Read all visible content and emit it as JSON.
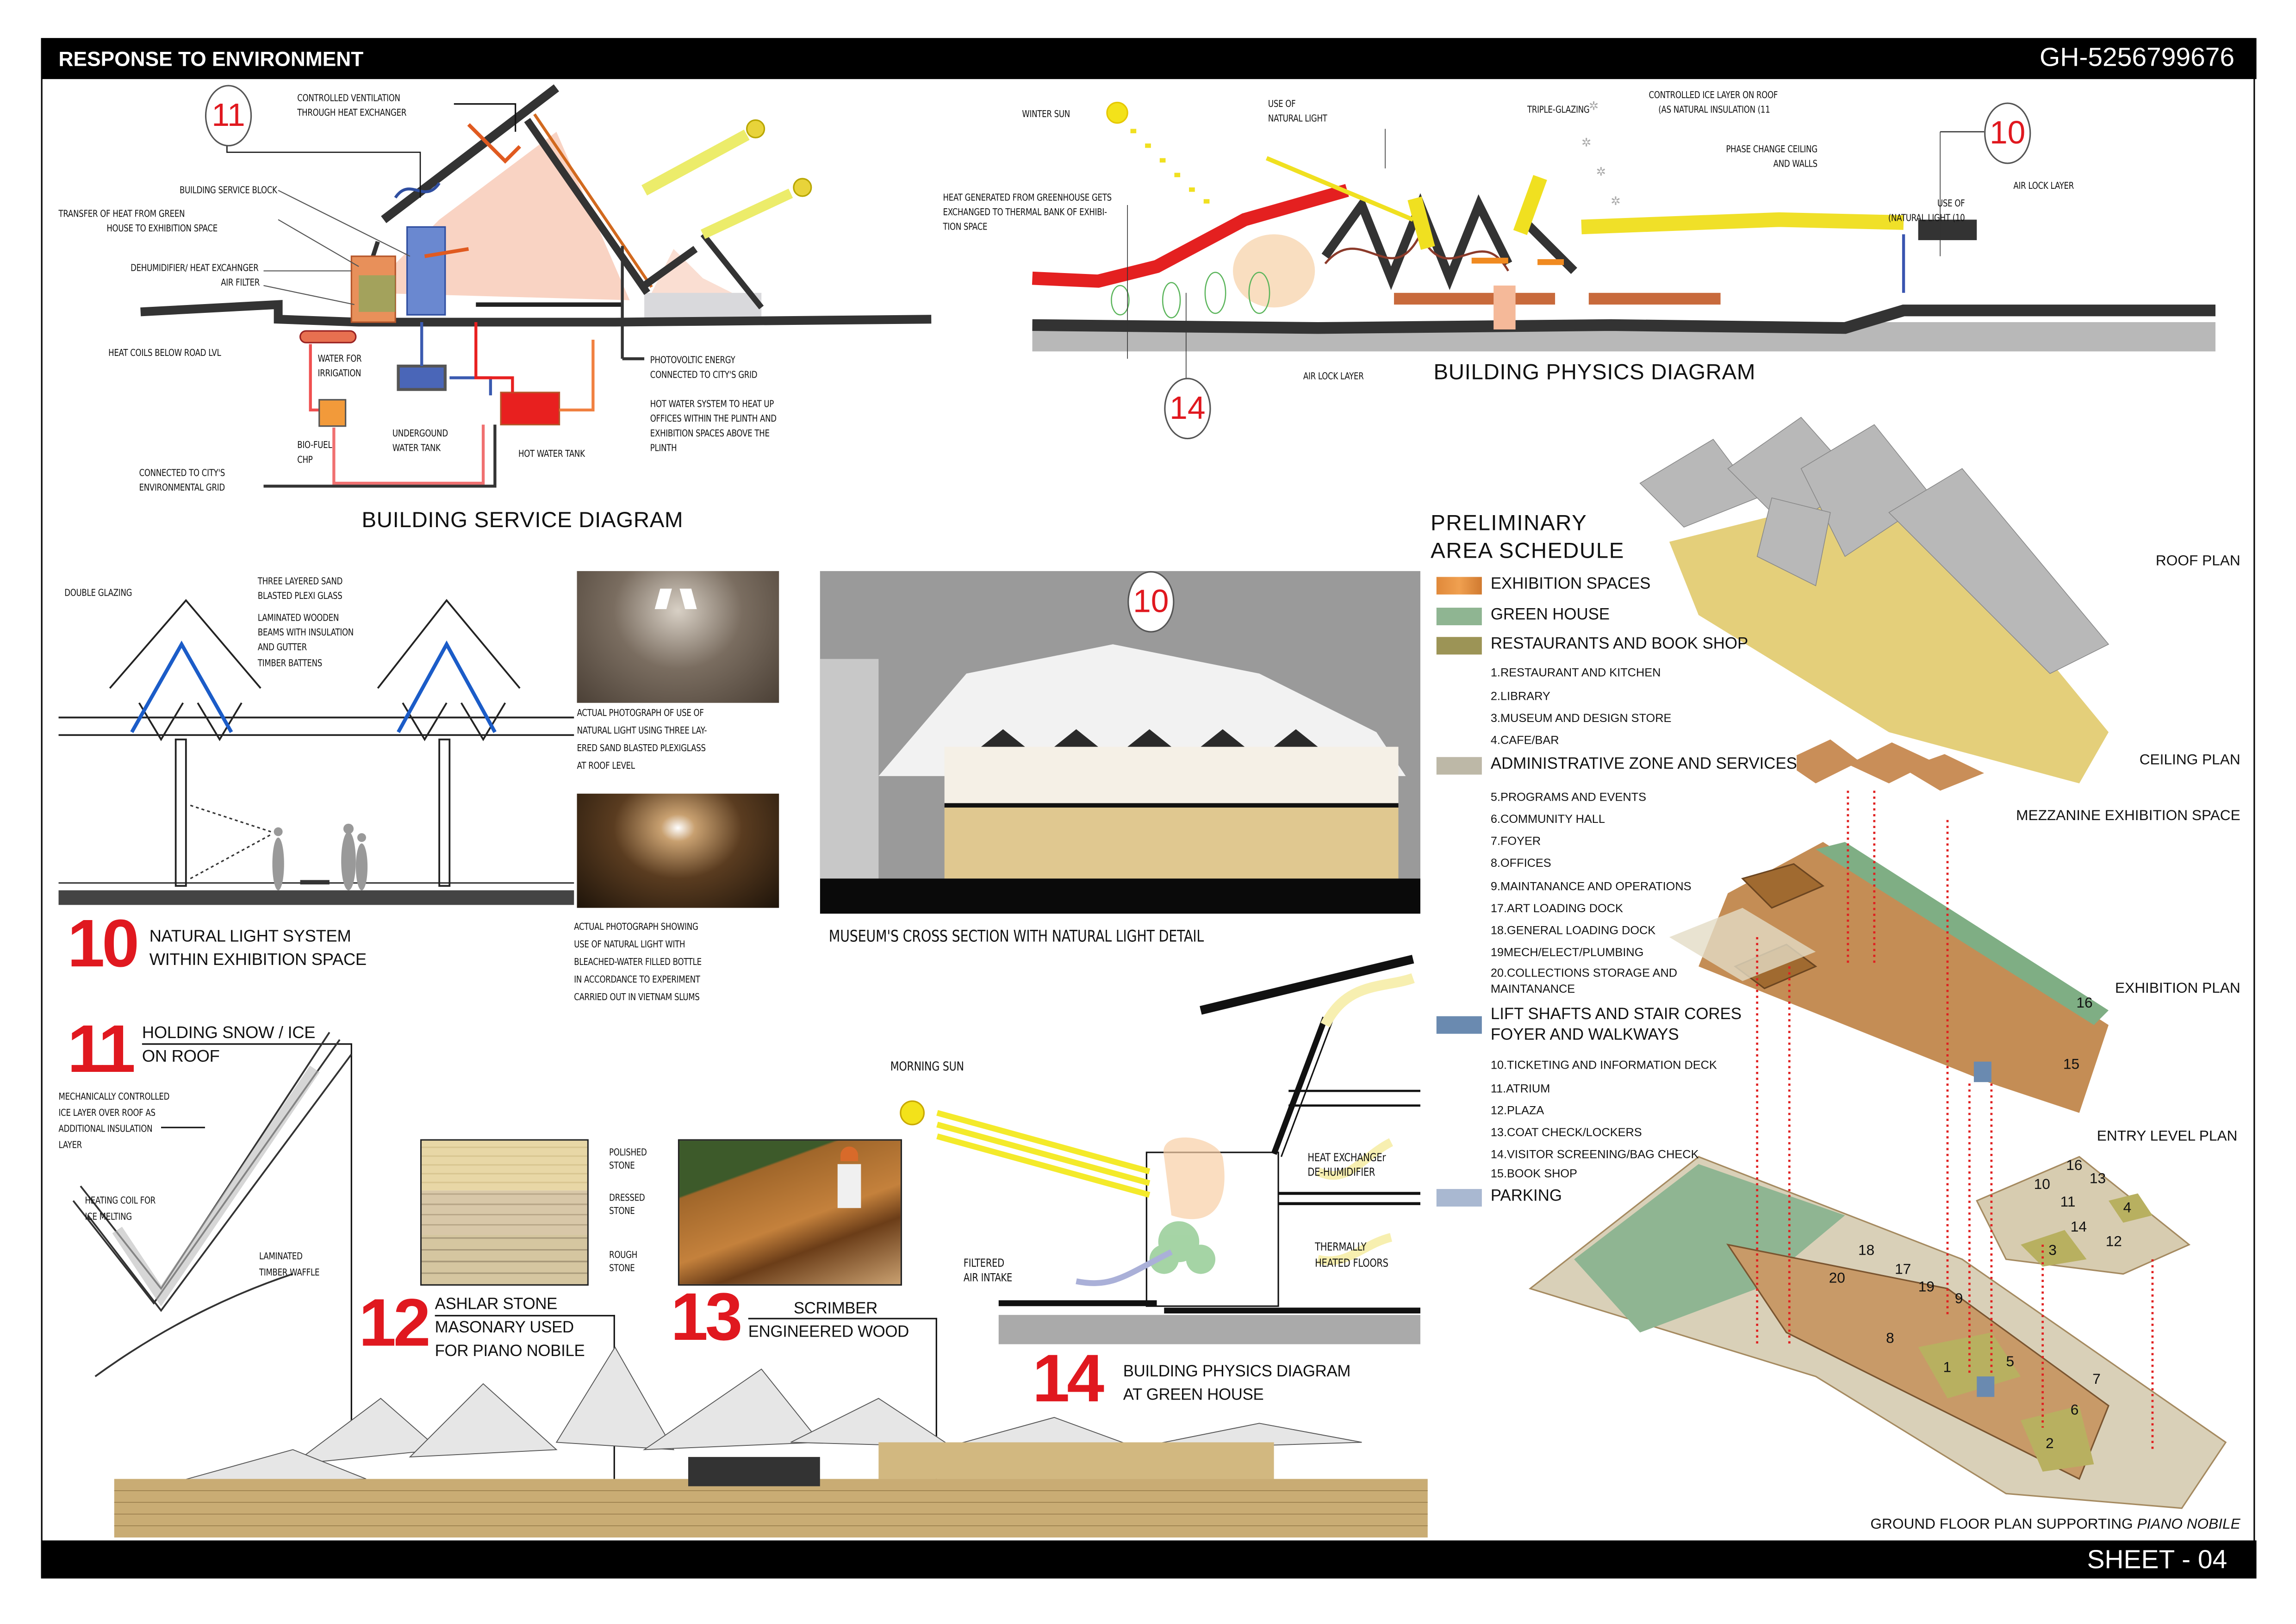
{
  "header": {
    "title": "RESPONSE TO ENVIRONMENT",
    "code": "GH-5256799676"
  },
  "footer": {
    "sheet": "SHEET - 04"
  },
  "service": {
    "badge": "11",
    "title": "BUILDING SERVICE DIAGRAM",
    "ventilation": [
      "CONTROLLED VENTILATION",
      "THROUGH HEAT EXCHANGER"
    ],
    "service_block": "BUILDING SERVICE BLOCK",
    "heat_transfer": [
      "TRANSFER OF HEAT FROM GREEN",
      "HOUSE TO EXHIBITION SPACE"
    ],
    "dehumidifier": "DEHUMIDIFIER/ HEAT EXCAHNGER",
    "air_filter": "AIR FILTER",
    "heat_coils": "HEAT COILS BELOW ROAD LVL",
    "irrigation": [
      "WATER FOR",
      "IRRIGATION"
    ],
    "photovoltic": [
      "PHOTOVOLTIC ENERGY",
      "CONNECTED TO CITY'S GRID"
    ],
    "hot_water_system": [
      "HOT WATER SYSTEM TO HEAT UP",
      "OFFICES WITHIN THE PLINTH AND",
      "EXHIBITION SPACES ABOVE THE",
      "PLINTH"
    ],
    "water_tank": [
      "UNDERGOUND",
      "WATER TANK"
    ],
    "biofuel": [
      "BIO-FUEL",
      "CHP"
    ],
    "hot_water_tank": "HOT WATER TANK",
    "city_grid": [
      "CONNECTED TO CITY'S",
      "ENVIRONMENTAL GRID"
    ]
  },
  "physics": {
    "title": "BUILDING PHYSICS DIAGRAM",
    "badge_a": "10",
    "badge_b": "14",
    "winter_sun": "WINTER SUN",
    "natural_light": [
      "USE OF",
      "NATURAL LIGHT"
    ],
    "triple_glazing": "TRIPLE-GLAZING",
    "ice_layer": [
      "CONTROLLED ICE LAYER ON ROOF",
      "(AS NATURAL INSULATION (11"
    ],
    "phase_change": [
      "PHASE CHANGE CEILING",
      "AND WALLS"
    ],
    "air_lock_top": "AIR LOCK LAYER",
    "natural_light_ref": [
      "USE OF",
      "(NATURAL LIGHT (10"
    ],
    "greenhouse_heat": [
      "HEAT GENERATED FROM GREENHOUSE GETS",
      "EXCHANGED TO THERMAL BANK OF EXHIBI-",
      "TION SPACE"
    ],
    "air_lock_bottom": "AIR LOCK LAYER"
  },
  "natural_light": {
    "number": "10",
    "title": [
      "NATURAL LIGHT SYSTEM",
      "WITHIN EXHIBITION SPACE"
    ],
    "double_glazing": "DOUBLE GLAZING",
    "plexi": [
      "THREE LAYERED SAND",
      "BLASTED PLEXI GLASS"
    ],
    "beams": [
      "LAMINATED WOODEN",
      "BEAMS WITH INSULATION",
      "AND GUTTER"
    ],
    "battens": "TIMBER BATTENS",
    "photo1_caption": [
      "ACTUAL PHOTOGRAPH OF USE OF",
      "NATURAL LIGHT USING THREE LAY-",
      "ERED SAND BLASTED PLEXIGLASS",
      "AT ROOF LEVEL"
    ],
    "photo2_caption": [
      "ACTUAL PHOTOGRAPH SHOWING",
      "USE OF NATURAL LIGHT WITH",
      "BLEACHED-WATER FILLED BOTTLE",
      "IN ACCORDANCE TO EXPERIMENT",
      "CARRIED OUT IN VIETNAM SLUMS"
    ]
  },
  "museum_section": {
    "badge": "10",
    "caption": "MUSEUM'S CROSS SECTION WITH NATURAL LIGHT DETAIL"
  },
  "ice_roof": {
    "number": "11",
    "title": [
      "HOLDING SNOW / ICE",
      "ON ROOF"
    ],
    "ice_layer": [
      "MECHANICALLY CONTROLLED",
      "ICE LAYER OVER ROOF AS",
      "ADDITIONAL INSULATION",
      "LAYER"
    ],
    "heating_coil": [
      "HEATING COIL FOR",
      "ICE MELTING"
    ],
    "waffle": [
      "LAMINATED",
      "TIMBER WAFFLE"
    ]
  },
  "ashlar": {
    "number": "12",
    "title": [
      "ASHLAR STONE",
      "MASONARY USED",
      "FOR PIANO NOBILE"
    ],
    "polished": [
      "POLISHED",
      "STONE"
    ],
    "dressed": [
      "DRESSED",
      "STONE"
    ],
    "rough": [
      "ROUGH",
      "STONE"
    ]
  },
  "scrimber": {
    "number": "13",
    "title": [
      "SCRIMBER",
      "ENGINEERED WOOD"
    ]
  },
  "greenhouse": {
    "number": "14",
    "title": [
      "BUILDING PHYSICS DIAGRAM",
      "AT GREEN HOUSE"
    ],
    "morning_sun": "MORNING SUN",
    "heat_exchanger": [
      "HEAT EXCHANGEr",
      "DE-HUMIDIFIER"
    ],
    "heated_floors": [
      "THERMALLY",
      "HEATED FLOORS"
    ],
    "air_intake": [
      "FILTERED",
      "AIR INTAKE"
    ]
  },
  "area_schedule": {
    "title": [
      "PRELIMINARY",
      "AREA SCHEDULE"
    ],
    "categories": [
      {
        "label": "EXHIBITION SPACES",
        "color": "#E0893A"
      },
      {
        "label": "GREEN HOUSE",
        "color": "#8FB592"
      },
      {
        "label": "RESTAURANTS AND BOOK SHOP",
        "color": "#9C9456",
        "items": [
          "1.RESTAURANT AND KITCHEN",
          "2.LIBRARY",
          "3.MUSEUM AND DESIGN STORE",
          "4.CAFE/BAR"
        ]
      },
      {
        "label": "ADMINISTRATIVE ZONE AND SERVICES",
        "color": "#BDB8A7",
        "items": [
          "5.PROGRAMS AND EVENTS",
          "6.COMMUNITY HALL",
          "7.FOYER",
          "8.OFFICES",
          "9.MAINTANANCE AND OPERATIONS",
          "17.ART LOADING DOCK",
          "18.GENERAL LOADING DOCK",
          "19MECH/ELECT/PLUMBING",
          "20.COLLECTIONS STORAGE AND",
          "MAINTANANCE"
        ]
      },
      {
        "label": "LIFT SHAFTS AND STAIR CORES",
        "label2": "FOYER AND WALKWAYS",
        "color": "#6A8AB0",
        "items": [
          "10.TICKETING AND INFORMATION DECK",
          "11.ATRIUM",
          "12.PLAZA",
          "13.COAT CHECK/LOCKERS",
          "14.VISITOR SCREENING/BAG CHECK",
          "15.BOOK SHOP"
        ]
      },
      {
        "label": "PARKING",
        "color": "#A9B8D1"
      }
    ]
  },
  "plans": {
    "roof": "ROOF PLAN",
    "ceiling": "CEILING PLAN",
    "mezzanine": "MEZZANINE EXHIBITION SPACE",
    "exhibition": "EXHIBITION PLAN",
    "entry": "ENTRY LEVEL PLAN",
    "ground": "GROUND FLOOR PLAN SUPPORTING ",
    "ground_italic": "PIANO NOBILE",
    "exhibition_numbers": [
      "16",
      "15"
    ],
    "entry_numbers": [
      "16",
      "10",
      "13",
      "11",
      "4",
      "14",
      "12",
      "3"
    ],
    "ground_numbers": [
      "18",
      "17",
      "20",
      "19",
      "9",
      "8",
      "1",
      "5",
      "7",
      "6",
      "2"
    ]
  }
}
